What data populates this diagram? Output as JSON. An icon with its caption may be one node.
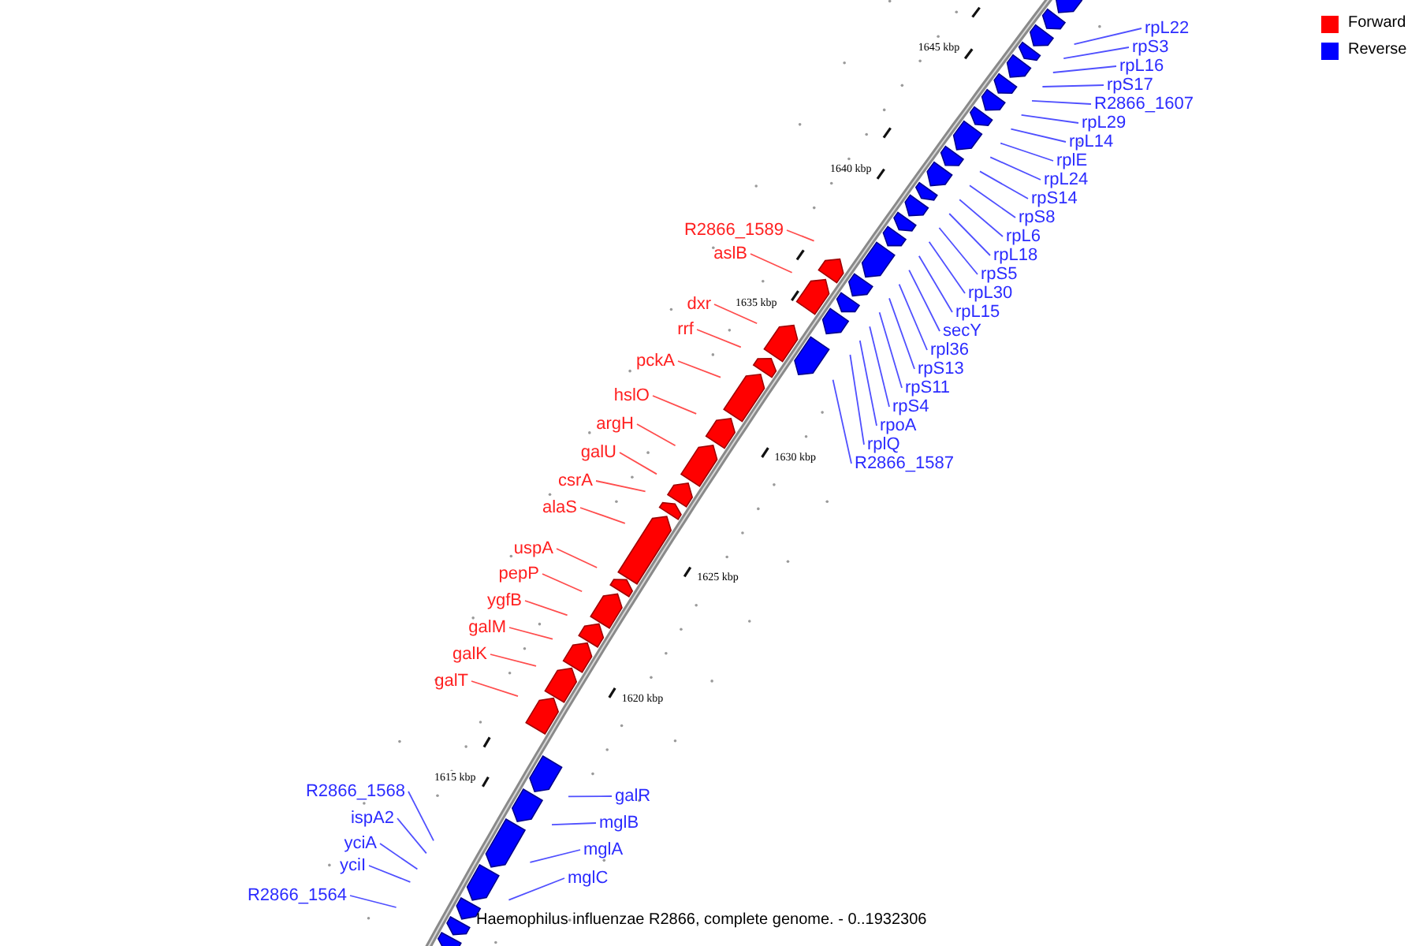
{
  "diagram": {
    "caption": "Haemophilus influenzae R2866, complete genome. - 0..1932306",
    "nodes": [
      {
        "text": [
          "rpL22"
        ]
      },
      {
        "text": [
          "rpS3"
        ]
      },
      {
        "text": [
          "rpL16"
        ]
      },
      {
        "text": [
          "rpS17"
        ]
      },
      {
        "text": [
          "R2866_1607"
        ]
      },
      {
        "text": [
          "rpL29"
        ]
      },
      {
        "text": [
          "rpL14"
        ]
      },
      {
        "text": [
          "rplE"
        ]
      },
      {
        "text": [
          "rpL24"
        ]
      },
      {
        "text": [
          "rpS14"
        ]
      },
      {
        "text": [
          "rpS8"
        ]
      },
      {
        "text": [
          "rpL6"
        ]
      },
      {
        "text": [
          "rpL18"
        ]
      },
      {
        "text": [
          "rpS5"
        ]
      },
      {
        "text": [
          "rpL30"
        ]
      },
      {
        "text": [
          "rpL15"
        ]
      },
      {
        "text": [
          "secY"
        ]
      },
      {
        "text": [
          "rpl36"
        ]
      },
      {
        "text": [
          "rpS13"
        ]
      },
      {
        "text": [
          "rpS11"
        ]
      },
      {
        "text": [
          "rpS4"
        ]
      },
      {
        "text": [
          "rpoA"
        ]
      },
      {
        "text": [
          "rplQ"
        ]
      },
      {
        "text": [
          "R2866_1587"
        ]
      },
      {
        "text": [
          "R2866_1589"
        ]
      },
      {
        "text": [
          "aslB"
        ]
      },
      {
        "text": [
          "dxr"
        ]
      },
      {
        "text": [
          "rrf"
        ]
      },
      {
        "text": [
          "pckA"
        ]
      },
      {
        "text": [
          "hslO"
        ]
      },
      {
        "text": [
          "argH"
        ]
      },
      {
        "text": [
          "galU"
        ]
      },
      {
        "text": [
          "csrA"
        ]
      },
      {
        "text": [
          "alaS"
        ]
      },
      {
        "text": [
          "uspA"
        ]
      },
      {
        "text": [
          "pepP"
        ]
      },
      {
        "text": [
          "ygfB"
        ]
      },
      {
        "text": [
          "galM"
        ]
      },
      {
        "text": [
          "galK"
        ]
      },
      {
        "text": [
          "galT"
        ]
      },
      {
        "text": [
          "galR"
        ]
      },
      {
        "text": [
          "mglB"
        ]
      },
      {
        "text": [
          "mglA"
        ]
      },
      {
        "text": [
          "mglC"
        ]
      },
      {
        "text": [
          "R2866_1568"
        ]
      },
      {
        "text": [
          "ispA2"
        ]
      },
      {
        "text": [
          "yciA"
        ]
      },
      {
        "text": [
          "yciI"
        ]
      },
      {
        "text": [
          "R2866_1564"
        ]
      }
    ],
    "edges": [
      {
        "from": 0,
        "to": null,
        "arrow": "none"
      },
      {
        "from": 1,
        "to": null,
        "arrow": "none"
      },
      {
        "from": 2,
        "to": null,
        "arrow": "none"
      },
      {
        "from": 3,
        "to": null,
        "arrow": "none"
      },
      {
        "from": 4,
        "to": null,
        "arrow": "none"
      },
      {
        "from": 5,
        "to": null,
        "arrow": "none"
      },
      {
        "from": 6,
        "to": null,
        "arrow": "none"
      },
      {
        "from": 7,
        "to": null,
        "arrow": "none"
      },
      {
        "from": 8,
        "to": null,
        "arrow": "none"
      },
      {
        "from": 9,
        "to": null,
        "arrow": "none"
      },
      {
        "from": 10,
        "to": null,
        "arrow": "none"
      },
      {
        "from": 11,
        "to": null,
        "arrow": "none"
      },
      {
        "from": 12,
        "to": null,
        "arrow": "none"
      },
      {
        "from": 13,
        "to": null,
        "arrow": "none"
      },
      {
        "from": 14,
        "to": null,
        "arrow": "none"
      },
      {
        "from": 15,
        "to": null,
        "arrow": "none"
      },
      {
        "from": 16,
        "to": null,
        "arrow": "none"
      },
      {
        "from": 17,
        "to": null,
        "arrow": "none"
      },
      {
        "from": 18,
        "to": null,
        "arrow": "none"
      },
      {
        "from": 19,
        "to": null,
        "arrow": "none"
      },
      {
        "from": 20,
        "to": null,
        "arrow": "none"
      },
      {
        "from": 21,
        "to": null,
        "arrow": "none"
      },
      {
        "from": 22,
        "to": null,
        "arrow": "none"
      },
      {
        "from": 23,
        "to": null,
        "arrow": "none"
      },
      {
        "from": 24,
        "to": null,
        "arrow": "none",
        "color": "#ff4d4d"
      },
      {
        "from": 25,
        "to": null,
        "arrow": "none",
        "color": "#ff4d4d"
      },
      {
        "from": 26,
        "to": null,
        "arrow": "none",
        "color": "#ff4d4d"
      },
      {
        "from": 27,
        "to": null,
        "arrow": "none",
        "color": "#ff4d4d"
      },
      {
        "from": 28,
        "to": null,
        "arrow": "none",
        "color": "#ff4d4d"
      },
      {
        "from": 29,
        "to": null,
        "arrow": "none",
        "color": "#ff4d4d"
      },
      {
        "from": 30,
        "to": null,
        "arrow": "none",
        "color": "#ff4d4d"
      },
      {
        "from": 31,
        "to": null,
        "arrow": "none",
        "color": "#ff4d4d"
      },
      {
        "from": 32,
        "to": null,
        "arrow": "none",
        "color": "#ff4d4d"
      },
      {
        "from": 33,
        "to": null,
        "arrow": "none",
        "color": "#ff4d4d"
      },
      {
        "from": 34,
        "to": null,
        "arrow": "none",
        "color": "#ff4d4d"
      },
      {
        "from": 35,
        "to": null,
        "arrow": "none",
        "color": "#ff4d4d"
      },
      {
        "from": 36,
        "to": null,
        "arrow": "none",
        "color": "#ff4d4d"
      },
      {
        "from": 37,
        "to": null,
        "arrow": "none",
        "color": "#ff4d4d"
      },
      {
        "from": 38,
        "to": null,
        "arrow": "none",
        "color": "#ff4d4d"
      },
      {
        "from": 39,
        "to": null,
        "arrow": "none",
        "color": "#ff4d4d"
      },
      {
        "from": 40,
        "to": null,
        "arrow": "none"
      },
      {
        "from": 41,
        "to": null,
        "arrow": "none"
      },
      {
        "from": 42,
        "to": null,
        "arrow": "none"
      },
      {
        "from": 43,
        "to": null,
        "arrow": "none"
      },
      {
        "from": 44,
        "to": null,
        "arrow": "none"
      },
      {
        "from": 45,
        "to": null,
        "arrow": "none"
      },
      {
        "from": 46,
        "to": null,
        "arrow": "none"
      },
      {
        "from": 47,
        "to": null,
        "arrow": "none"
      },
      {
        "from": 48,
        "to": null,
        "arrow": "none"
      }
    ],
    "labels": [
      "1615 kbp",
      "1620 kbp",
      "1625 kbp",
      "1630 kbp",
      "1635 kbp",
      "1640 kbp",
      "1645 kbp"
    ],
    "legend": [
      {
        "text": "Forward",
        "color": "#ff0000"
      },
      {
        "text": "Reverse",
        "color": "#0000ff"
      }
    ]
  }
}
